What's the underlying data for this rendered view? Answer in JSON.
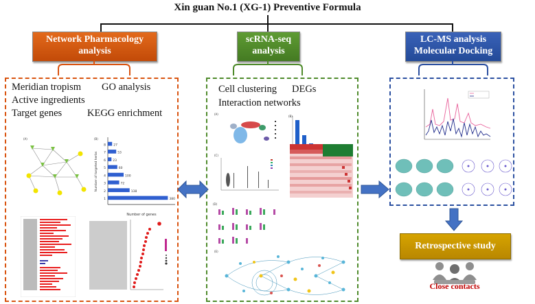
{
  "title": "Xin guan No.1 (XG-1) Preventive Formula",
  "sections": {
    "network": {
      "header": [
        "Network Pharmacology",
        "analysis"
      ],
      "items": [
        "Meridian tropism",
        "GO analysis",
        "Active ingredients",
        "Target genes",
        "KEGG enrichment"
      ],
      "panel_a": "(A)",
      "panel_b": "(B)",
      "bar_chart": {
        "type": "bar",
        "categories": [
          "1",
          "2",
          "3",
          "4",
          "5",
          "6",
          "7",
          "8"
        ],
        "values": [
          380,
          138,
          72,
          100,
          60,
          23,
          53,
          27
        ],
        "xlabel": "Number of genes",
        "ylabel": "Number of targeted herbs"
      }
    },
    "scrna": {
      "header": [
        "scRNA-seq",
        "analysis"
      ],
      "items": [
        "Cell clustering",
        "DEGs",
        "Interaction networks"
      ],
      "labels": [
        "(A)",
        "(B)",
        "(C)",
        "(D)",
        "(E)"
      ]
    },
    "lcms": {
      "header": [
        "LC-MS analysis",
        "Molecular Docking"
      ]
    }
  },
  "retrospective": "Retrospective study",
  "close_contacts": "Close contacts",
  "colors": {
    "orange": "#d9530f",
    "green": "#4e8a2a",
    "blue": "#2a4fa0",
    "gold": "#c89a00",
    "arrow": "#4472c4",
    "close_red": "#c00000"
  }
}
